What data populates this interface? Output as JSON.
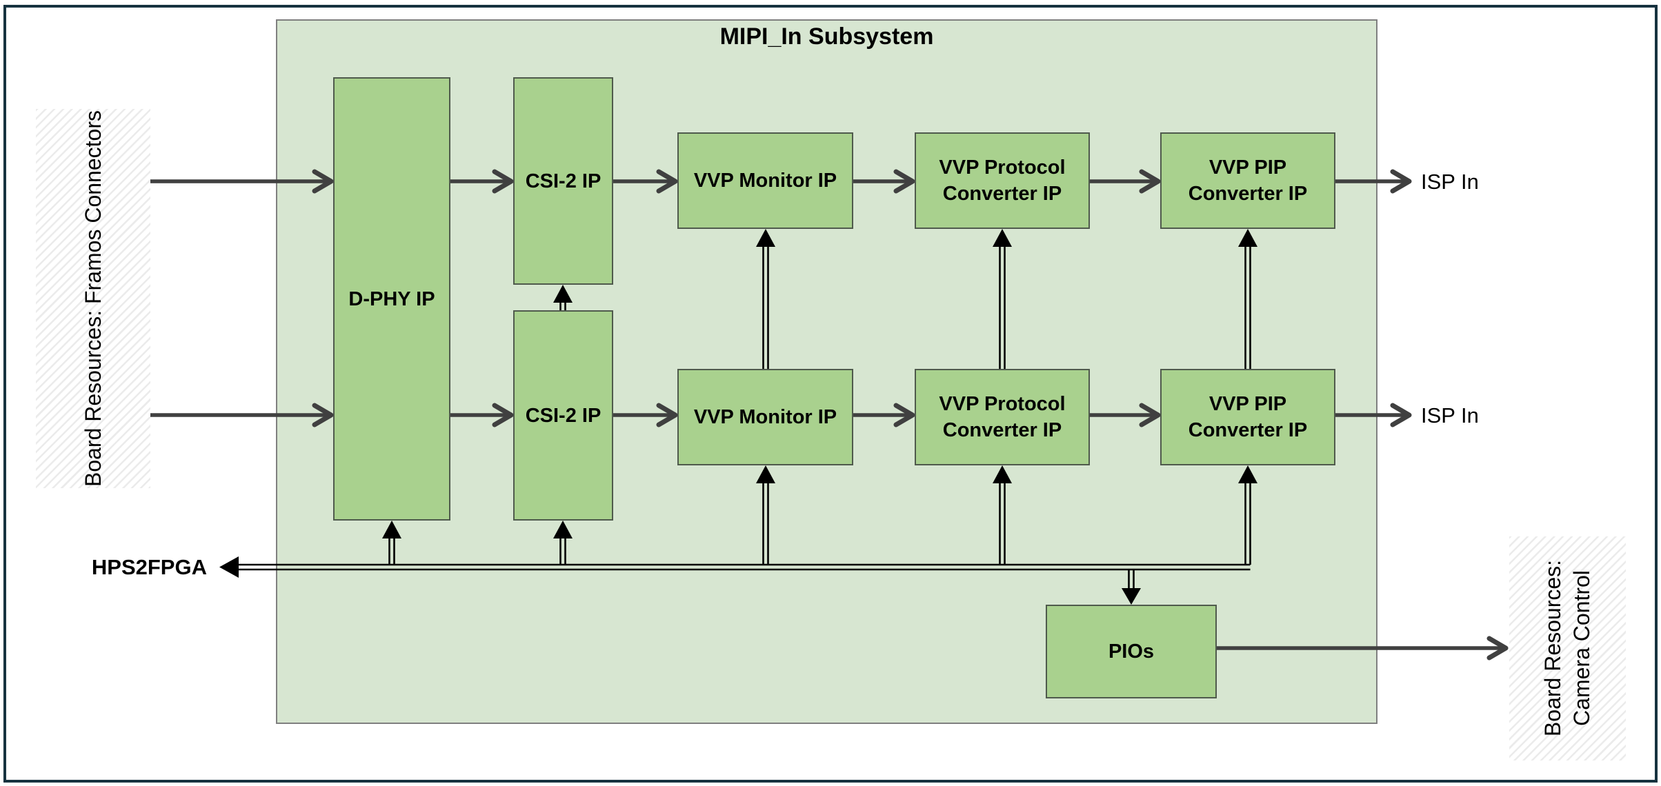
{
  "subsystem": {
    "title": "MIPI_In Subsystem"
  },
  "blocks": [
    {
      "id": "dphy",
      "label": "D-PHY IP"
    },
    {
      "id": "csi2-top",
      "label": "CSI-2 IP"
    },
    {
      "id": "csi2-bottom",
      "label": "CSI-2 IP"
    },
    {
      "id": "vvp-monitor-top",
      "label": "VVP Monitor IP"
    },
    {
      "id": "vvp-protocol-top",
      "label": "VVP Protocol Converter IP"
    },
    {
      "id": "vvp-pip-top",
      "label": "VVP PIP Converter IP"
    },
    {
      "id": "vvp-monitor-bottom",
      "label": "VVP Monitor IP"
    },
    {
      "id": "vvp-protocol-bottom",
      "label": "VVP Protocol Converter IP"
    },
    {
      "id": "vvp-pip-bottom",
      "label": "VVP PIP Converter IP"
    },
    {
      "id": "pios",
      "label": "PIOs"
    }
  ],
  "labels": {
    "framos_connectors": "Board Resources: Framos Connectors",
    "camera_control_line1": "Board Resources:",
    "camera_control_line2": "Camera Control",
    "hps2fpga": "HPS2FPGA",
    "isp_in_top": "ISP In",
    "isp_in_bottom": "ISP In"
  },
  "colors": {
    "page_border": "#16323f",
    "subsystem_fill": "#d7e6d1",
    "subsystem_border": "#7f7f7f",
    "block_fill": "#a9d18e",
    "block_border": "#4f5a4c",
    "signal_arrow": "#404040",
    "bus_line": "#000000",
    "hatch_stripe": "#ebebeb"
  }
}
